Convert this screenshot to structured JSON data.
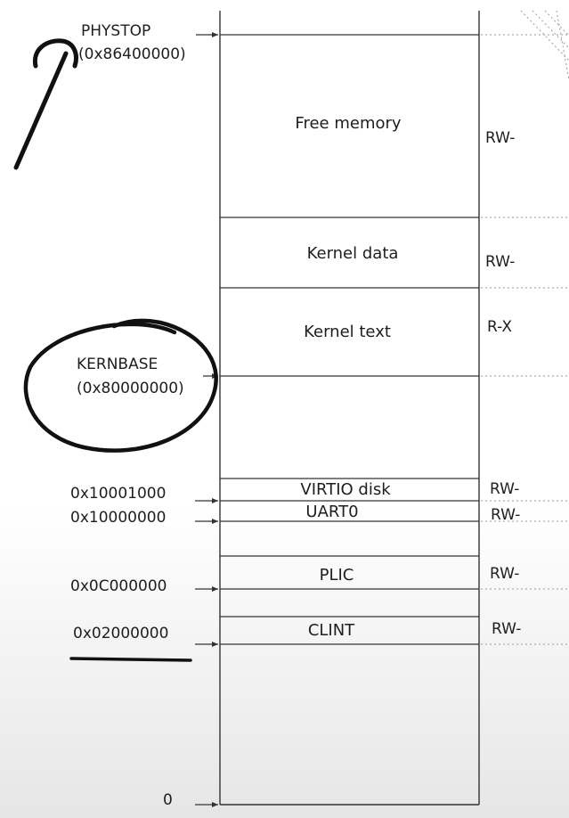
{
  "diagram": {
    "regions": [
      {
        "name": "Free memory",
        "permission": "RW-"
      },
      {
        "name": "Kernel data",
        "permission": "RW-"
      },
      {
        "name": "Kernel text",
        "permission": "R-X"
      },
      {
        "name": "VIRTIO disk",
        "permission": "RW-"
      },
      {
        "name": "UART0",
        "permission": "RW-"
      },
      {
        "name": "PLIC",
        "permission": "RW-"
      },
      {
        "name": "CLINT",
        "permission": "RW-"
      }
    ],
    "addresses": [
      {
        "name": "PHYSTOP",
        "value": "(0x86400000)"
      },
      {
        "name": "KERNBASE",
        "value": "(0x80000000)"
      },
      {
        "value": "0x10001000"
      },
      {
        "value": "0x10000000"
      },
      {
        "value": "0x0C000000"
      },
      {
        "value": "0x02000000"
      },
      {
        "value": "0"
      }
    ],
    "ink_color": "#111111",
    "line_color": "#333333"
  }
}
